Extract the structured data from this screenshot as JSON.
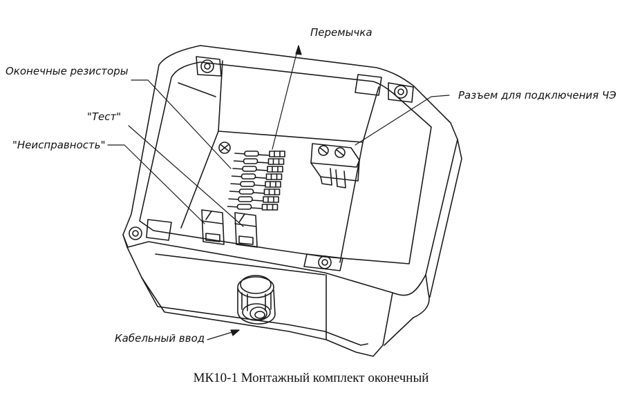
{
  "callouts": {
    "jumper": "Перемычка",
    "resistors": "Оконечные резисторы",
    "connector": "Разъем для подключения ЧЭ",
    "test": "\"Тест\"",
    "fault": "\"Неисправность\"",
    "cable_entry": "Кабельный ввод"
  },
  "caption": "МК10-1 Монтажный комплект оконечный",
  "colors": {
    "line": "#1a1a1a",
    "background": "#ffffff"
  }
}
